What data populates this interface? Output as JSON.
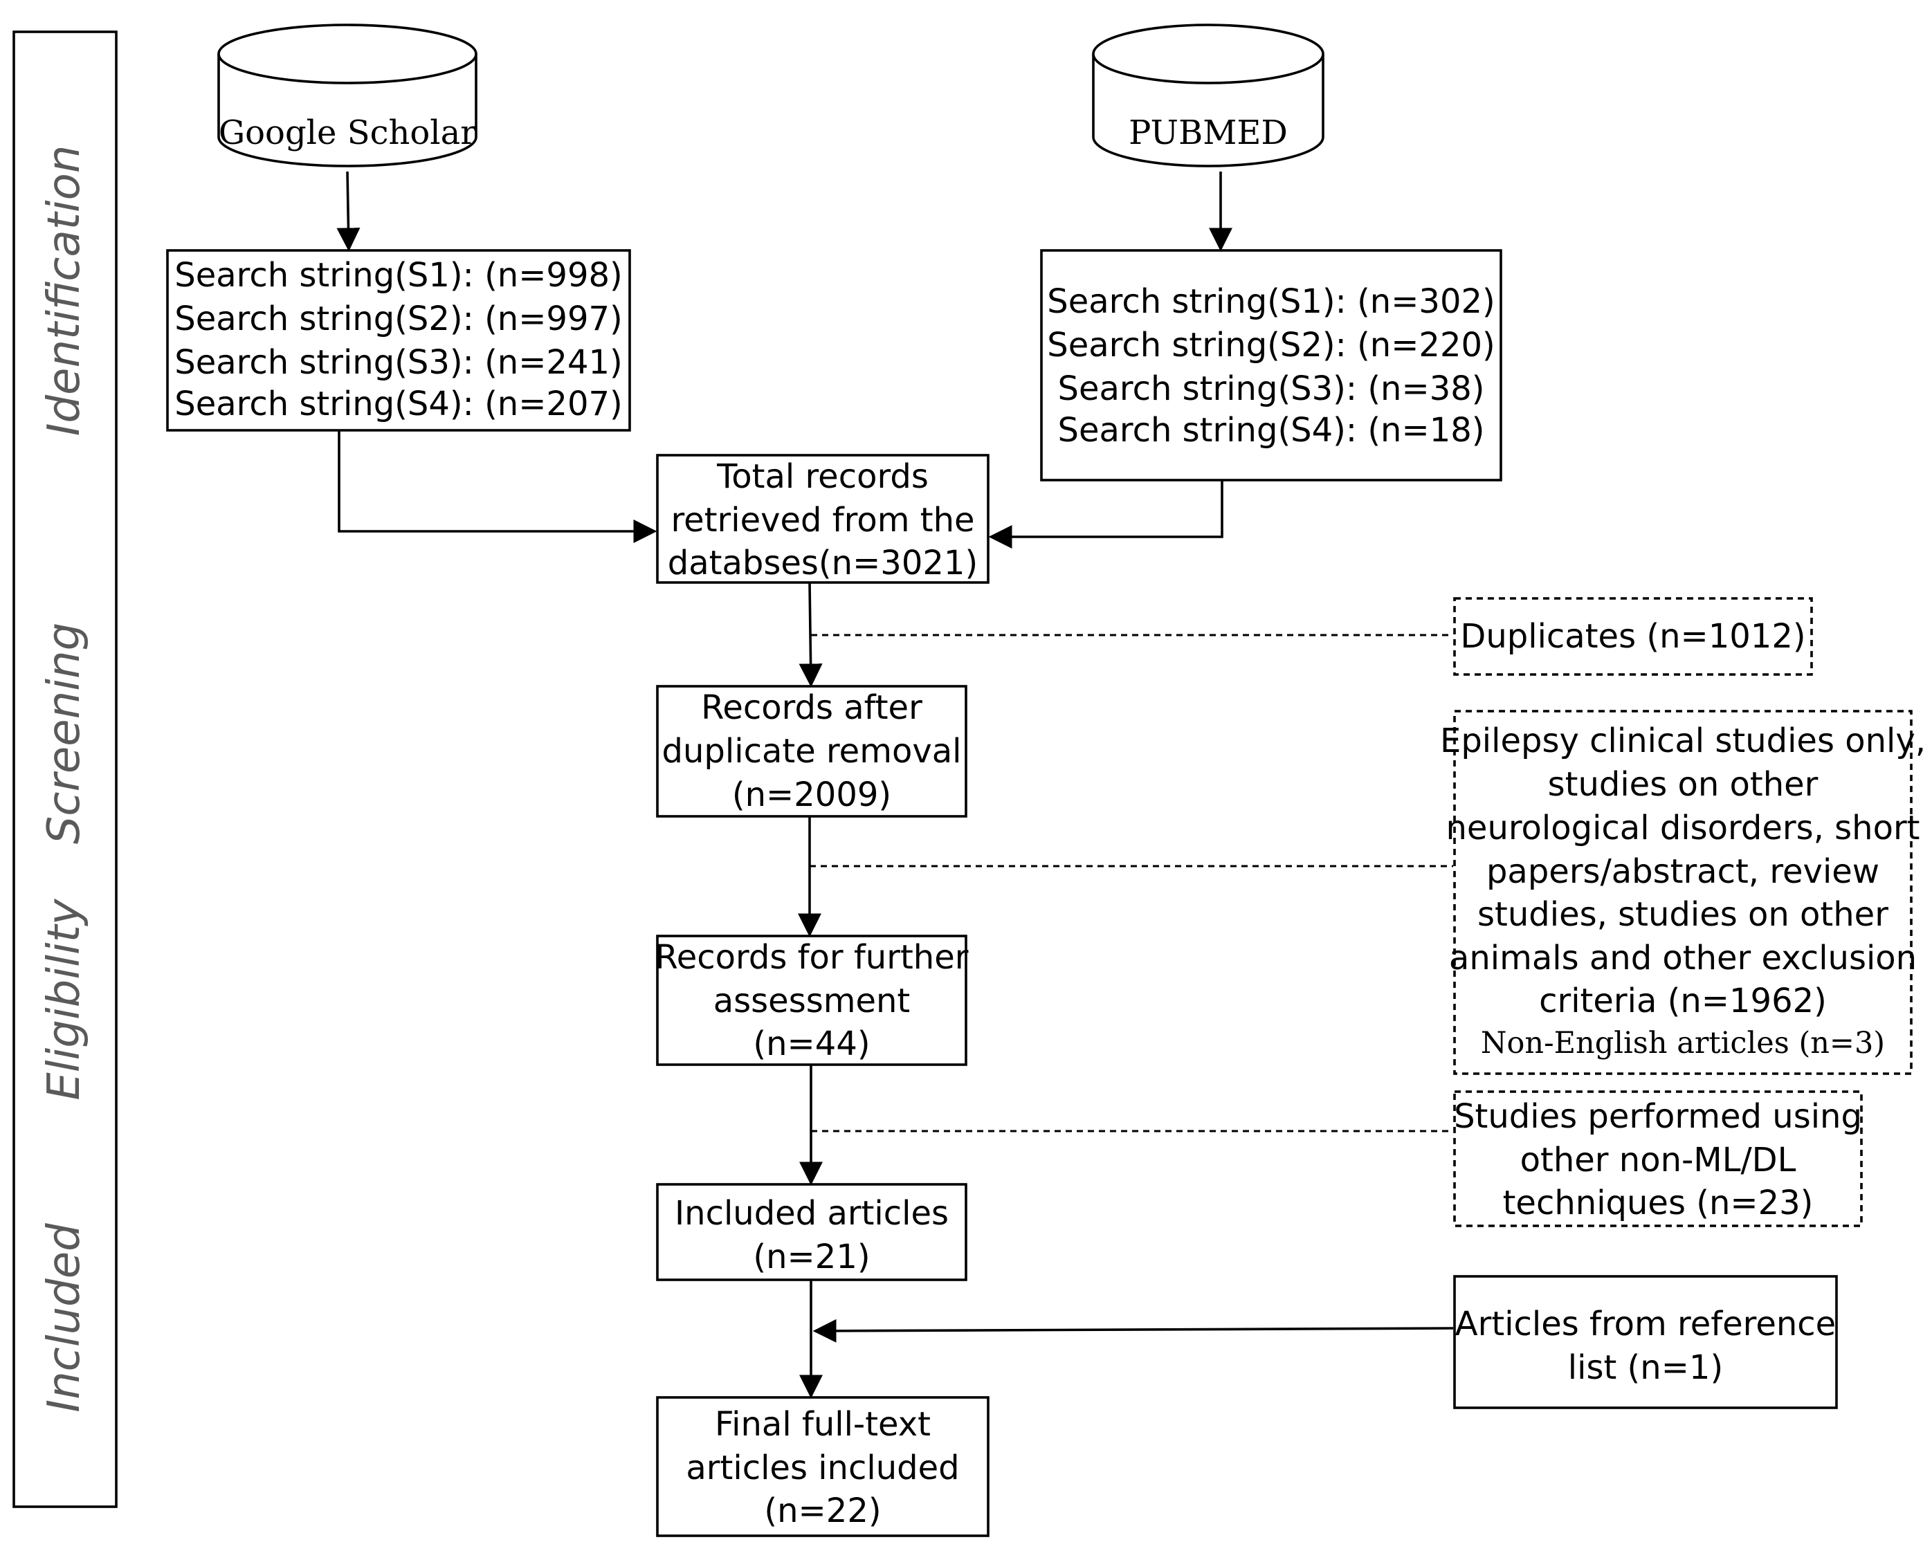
{
  "phases": {
    "identification": "Identification",
    "screening": "Screening",
    "eligibility": "Eligibility",
    "included": "Included"
  },
  "databases": {
    "google_scholar": "Google Scholar",
    "pubmed": "PUBMED"
  },
  "google_searches": [
    "Search string(S1):  (n=998)",
    "Search string(S2):  (n=997)",
    "Search string(S3):  (n=241)",
    "Search string(S4):  (n=207)"
  ],
  "pubmed_searches": [
    "Search string(S1):  (n=302)",
    "Search string(S2):  (n=220)",
    "Search string(S3):  (n=38)",
    "Search string(S4):  (n=18)"
  ],
  "total_records": [
    "Total records",
    "retrieved from the",
    "databses(n=3021)"
  ],
  "duplicates": "Duplicates (n=1012)",
  "after_duplicates": [
    "Records after",
    "duplicate removal",
    "(n=2009)"
  ],
  "exclusion": [
    "Epilepsy clinical studies only,",
    "studies on other",
    "neurological disorders, short",
    "papers/abstract, review",
    "studies, studies on other",
    "animals and other exclusion",
    "criteria (n=1962)"
  ],
  "non_english": "Non-English articles (n=3)",
  "further_assessment": [
    "Records for further",
    "assessment",
    "(n=44)"
  ],
  "non_ml": [
    "Studies performed using",
    "other non-ML/DL",
    "techniques (n=23)"
  ],
  "included_articles": [
    "Included articles",
    "(n=21)"
  ],
  "reference_list": [
    "Articles from reference",
    "list (n=1)"
  ],
  "final": [
    "Final full-text",
    "articles included",
    "(n=22)"
  ],
  "colors": {
    "line": "#000000",
    "phase_text": "#5a5a5a",
    "background": "#ffffff"
  }
}
